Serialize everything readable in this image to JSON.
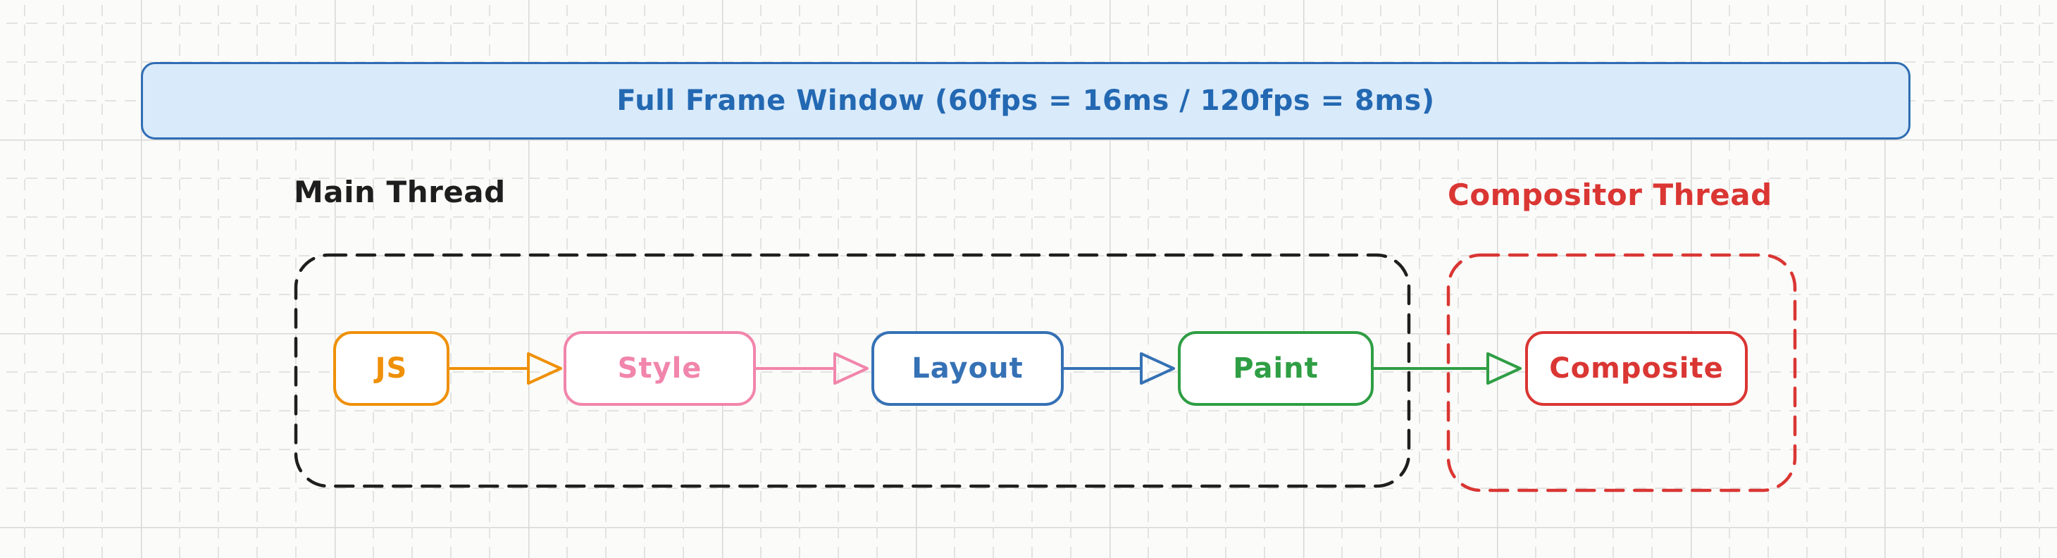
{
  "banner": {
    "label": "Full Frame Window (60fps = 16ms / 120fps = 8ms)",
    "fill_color": "#d9eafa",
    "border_color": "#2f6db4",
    "text_color": "#2368b2"
  },
  "threads": {
    "main": {
      "label": "Main Thread",
      "color": "#1e1e1e"
    },
    "compositor": {
      "label": "Compositor Thread",
      "color": "#da3633"
    }
  },
  "pipeline": {
    "nodes": [
      {
        "id": "js",
        "label": "JS",
        "color": "#ef9008",
        "group": "main"
      },
      {
        "id": "style",
        "label": "Style",
        "color": "#f185ab",
        "group": "main"
      },
      {
        "id": "layout",
        "label": "Layout",
        "color": "#3571b5",
        "group": "main"
      },
      {
        "id": "paint",
        "label": "Paint",
        "color": "#2f9e44",
        "group": "main"
      },
      {
        "id": "composite",
        "label": "Composite",
        "color": "#da3633",
        "group": "compositor"
      }
    ],
    "arrows": [
      {
        "from": "js",
        "to": "style",
        "color": "#ef9008"
      },
      {
        "from": "style",
        "to": "layout",
        "color": "#f185ab"
      },
      {
        "from": "layout",
        "to": "paint",
        "color": "#3571b5"
      },
      {
        "from": "paint",
        "to": "composite",
        "color": "#2f9e44"
      }
    ]
  },
  "canvas": {
    "background": "#fbfbf9",
    "grid_minor_color": "#e3e3e1",
    "grid_major_color": "#d7d7d5"
  }
}
